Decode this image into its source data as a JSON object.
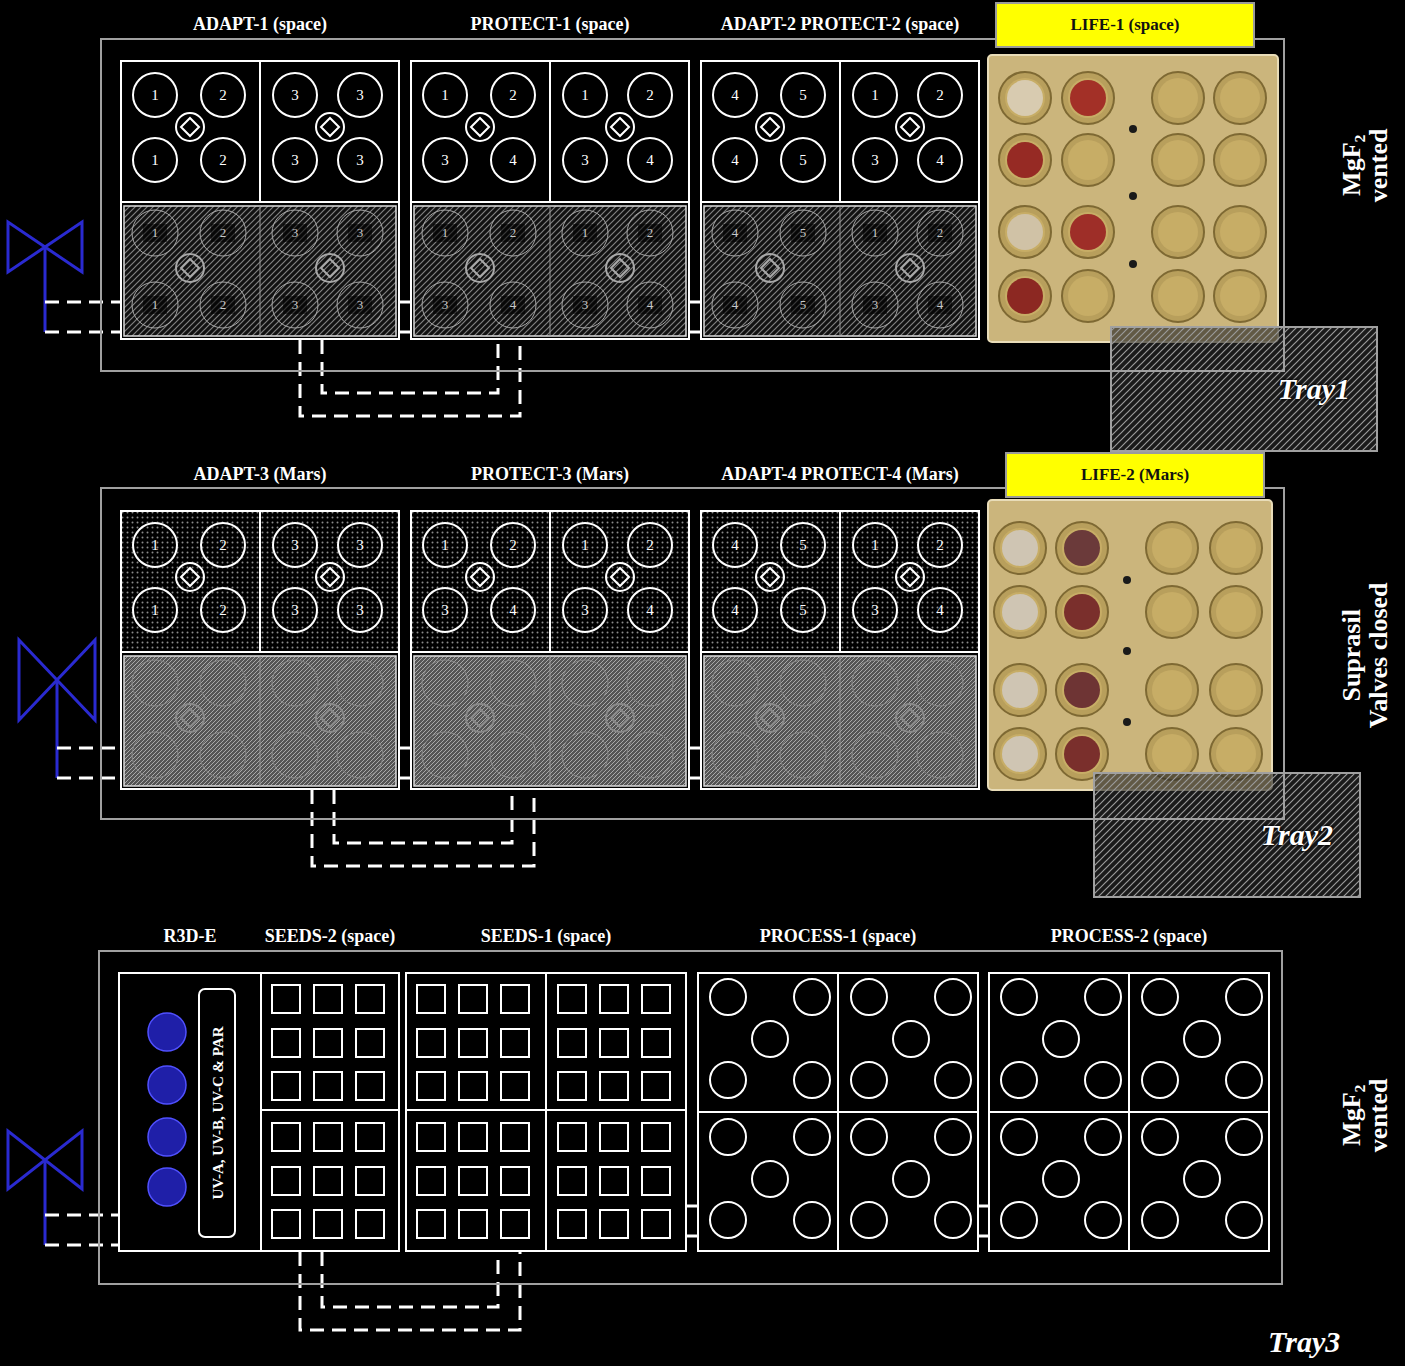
{
  "diagram": {
    "nodes": [
      {
        "text": [
          "MgF₂ vented"
        ]
      },
      {
        "text": [
          "ADAPT-1 (space)"
        ],
        "in": 0
      },
      {
        "text": [
          "1"
        ],
        "in": 1
      },
      {
        "text": [
          "2"
        ],
        "in": 1
      },
      {
        "text": [
          "3"
        ],
        "in": 1
      },
      {
        "text": [
          "3"
        ],
        "in": 1
      },
      {
        "text": [
          "1"
        ],
        "in": 1
      },
      {
        "text": [
          "2"
        ],
        "in": 1
      },
      {
        "text": [
          "3"
        ],
        "in": 1
      },
      {
        "text": [
          "3"
        ],
        "in": 1
      },
      {
        "text": [
          "PROTECT-1 (space)"
        ],
        "in": 0
      },
      {
        "text": [
          "1"
        ],
        "in": 10
      },
      {
        "text": [
          "2"
        ],
        "in": 10
      },
      {
        "text": [
          "1"
        ],
        "in": 10
      },
      {
        "text": [
          "2"
        ],
        "in": 10
      },
      {
        "text": [
          "3"
        ],
        "in": 10
      },
      {
        "text": [
          "4"
        ],
        "in": 10
      },
      {
        "text": [
          "3"
        ],
        "in": 10
      },
      {
        "text": [
          "4"
        ],
        "in": 10
      },
      {
        "text": [
          "ADAPT-2 PROTECT-2 (space)"
        ],
        "in": 0
      },
      {
        "text": [
          "4"
        ],
        "in": 19
      },
      {
        "text": [
          "5"
        ],
        "in": 19
      },
      {
        "text": [
          "1"
        ],
        "in": 19
      },
      {
        "text": [
          "2"
        ],
        "in": 19
      },
      {
        "text": [
          "4"
        ],
        "in": 19
      },
      {
        "text": [
          "5"
        ],
        "in": 19
      },
      {
        "text": [
          "3"
        ],
        "in": 19
      },
      {
        "text": [
          "4"
        ],
        "in": 19
      },
      {
        "text": [
          "LIFE-1 (space)"
        ]
      },
      {
        "text": [
          "Tray1"
        ]
      },
      {
        "text": [
          "Suprasil Valves closed"
        ]
      },
      {
        "text": [
          "ADAPT-3 (Mars)"
        ],
        "in": 30
      },
      {
        "text": [
          "1"
        ],
        "in": 31
      },
      {
        "text": [
          "2"
        ],
        "in": 31
      },
      {
        "text": [
          "3"
        ],
        "in": 31
      },
      {
        "text": [
          "3"
        ],
        "in": 31
      },
      {
        "text": [
          "1"
        ],
        "in": 31
      },
      {
        "text": [
          "2"
        ],
        "in": 31
      },
      {
        "text": [
          "3"
        ],
        "in": 31
      },
      {
        "text": [
          "3"
        ],
        "in": 31
      },
      {
        "text": [
          "PROTECT-3 (Mars)"
        ],
        "in": 30
      },
      {
        "text": [
          "1"
        ],
        "in": 40
      },
      {
        "text": [
          "2"
        ],
        "in": 40
      },
      {
        "text": [
          "1"
        ],
        "in": 40
      },
      {
        "text": [
          "2"
        ],
        "in": 40
      },
      {
        "text": [
          "3"
        ],
        "in": 40
      },
      {
        "text": [
          "4"
        ],
        "in": 40
      },
      {
        "text": [
          "3"
        ],
        "in": 40
      },
      {
        "text": [
          "4"
        ],
        "in": 40
      },
      {
        "text": [
          "ADAPT-4 PROTECT-4 (Mars)"
        ],
        "in": 30
      },
      {
        "text": [
          "4"
        ],
        "in": 49
      },
      {
        "text": [
          "5"
        ],
        "in": 49
      },
      {
        "text": [
          "1"
        ],
        "in": 49
      },
      {
        "text": [
          "2"
        ],
        "in": 49
      },
      {
        "text": [
          "4"
        ],
        "in": 49
      },
      {
        "text": [
          "5"
        ],
        "in": 49
      },
      {
        "text": [
          "3"
        ],
        "in": 49
      },
      {
        "text": [
          "4"
        ],
        "in": 49
      },
      {
        "text": [
          "LIFE-2 (Mars)"
        ]
      },
      {
        "text": [
          "Tray2"
        ]
      },
      {
        "text": [
          "MgF₂ vented"
        ]
      },
      {
        "text": [
          "R3D-E"
        ],
        "in": 60
      },
      {
        "text": [
          "UV-A, UV-B, UV-C & PAR"
        ],
        "in": 61
      },
      {
        "text": [
          "SEEDS-2 (space)"
        ],
        "in": 60
      },
      {
        "text": [
          "SEEDS-1 (space)"
        ],
        "in": 60
      },
      {
        "text": [
          "PROCESS-1 (space)"
        ],
        "in": 60
      },
      {
        "text": [
          "PROCESS-2 (space)"
        ],
        "in": 60
      }
    ],
    "edges": [
      {
        "from": 1,
        "to": 10,
        "arrow": "none"
      },
      {
        "from": 1,
        "to": 10,
        "arrow": "none"
      },
      {
        "from": 1,
        "to": 10,
        "arrow": "none"
      },
      {
        "from": 1,
        "to": 10,
        "arrow": "none"
      },
      {
        "from": 10,
        "to": 19,
        "arrow": "none"
      },
      {
        "from": 10,
        "to": 19,
        "arrow": "none"
      },
      {
        "from": 31,
        "to": 40,
        "arrow": "none"
      },
      {
        "from": 31,
        "to": 40,
        "arrow": "none"
      },
      {
        "from": 31,
        "to": 40,
        "arrow": "none"
      },
      {
        "from": 31,
        "to": 40,
        "arrow": "none"
      },
      {
        "from": 40,
        "to": 49,
        "arrow": "none"
      },
      {
        "from": 40,
        "to": 49,
        "arrow": "none"
      },
      {
        "from": 63,
        "to": 64,
        "arrow": "none"
      },
      {
        "from": 63,
        "to": 64,
        "arrow": "none"
      },
      {
        "from": 64,
        "to": 65,
        "arrow": "none"
      },
      {
        "from": 64,
        "to": 65,
        "arrow": "none"
      },
      {
        "from": 65,
        "to": 66,
        "arrow": "none"
      },
      {
        "from": 65,
        "to": 66,
        "arrow": "none"
      }
    ],
    "labels": [
      "1",
      "2",
      "3",
      "3",
      "1",
      "2",
      "3",
      "3",
      "1",
      "2",
      "1",
      "2",
      "3",
      "4",
      "3",
      "4",
      "4",
      "5",
      "1",
      "2",
      "4",
      "5",
      "3",
      "4",
      "Tray3"
    ]
  }
}
